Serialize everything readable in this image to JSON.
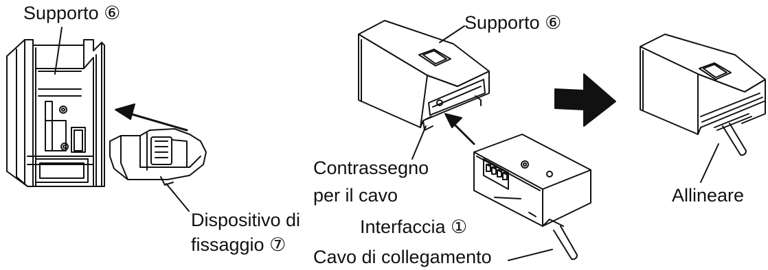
{
  "labels": {
    "supporto_left": "Supporto ⑥",
    "supporto_top": "Supporto ⑥",
    "contrassegno_line1": "Contrassegno",
    "contrassegno_line2": "per il cavo",
    "allineare": "Allineare",
    "dispositivo_line1": "Dispositivo di",
    "dispositivo_line2": "fissaggio ⑦",
    "interfaccia": "Interfaccia ①",
    "cavo": "Cavo di collegamento"
  },
  "colors": {
    "ink": "#111111",
    "paper": "#ffffff",
    "shade": "#e6e6e6"
  }
}
